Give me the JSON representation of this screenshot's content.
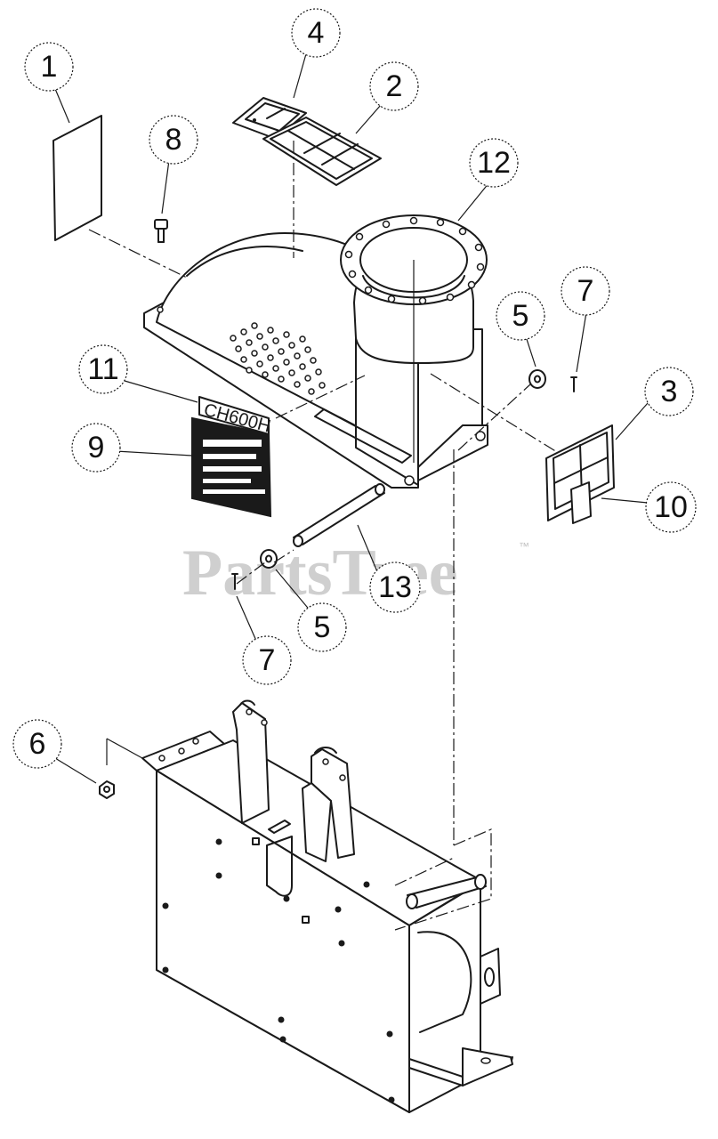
{
  "diagram": {
    "watermark": "PartsTree",
    "watermark_tm": "™",
    "plate_text": "CH600H",
    "callouts": [
      "1",
      "2",
      "3",
      "4",
      "5",
      "5",
      "6",
      "7",
      "7",
      "8",
      "9",
      "10",
      "11",
      "12",
      "13"
    ]
  }
}
